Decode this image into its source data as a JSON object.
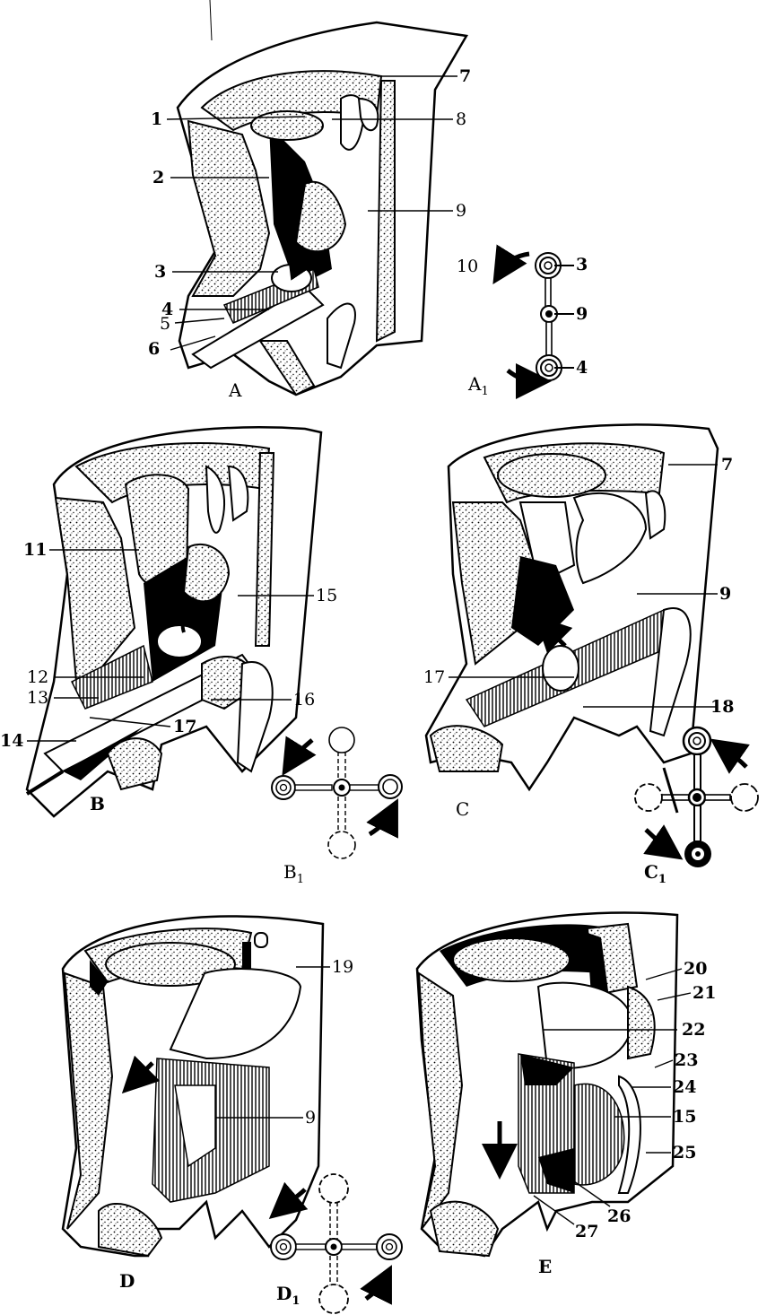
{
  "figure": {
    "description": "Sequential stages of embryonic gut rotation and mesentery development in cut-away trunk sections",
    "panels": [
      {
        "id": "A",
        "letter": "A",
        "labels": [
          "1",
          "2",
          "3",
          "4",
          "5",
          "6",
          "7",
          "8",
          "9"
        ]
      },
      {
        "id": "A1",
        "letter": "A",
        "subscript": "1",
        "labels": [
          "10",
          "3",
          "9",
          "4"
        ]
      },
      {
        "id": "B",
        "letter": "B",
        "labels": [
          "11",
          "12",
          "13",
          "14",
          "15",
          "16",
          "17"
        ]
      },
      {
        "id": "B1",
        "letter": "B",
        "subscript": "1",
        "labels": []
      },
      {
        "id": "C",
        "letter": "C",
        "labels": [
          "7",
          "9",
          "17",
          "18"
        ]
      },
      {
        "id": "C1",
        "letter": "C",
        "subscript": "1",
        "labels": []
      },
      {
        "id": "D",
        "letter": "D",
        "labels": [
          "19",
          "9"
        ]
      },
      {
        "id": "D1",
        "letter": "D",
        "subscript": "1",
        "labels": []
      },
      {
        "id": "E",
        "letter": "E",
        "labels": [
          "20",
          "21",
          "22",
          "23",
          "24",
          "15",
          "25",
          "26",
          "27"
        ]
      }
    ]
  },
  "colors": {
    "ink": "#000000",
    "paper": "#ffffff"
  }
}
